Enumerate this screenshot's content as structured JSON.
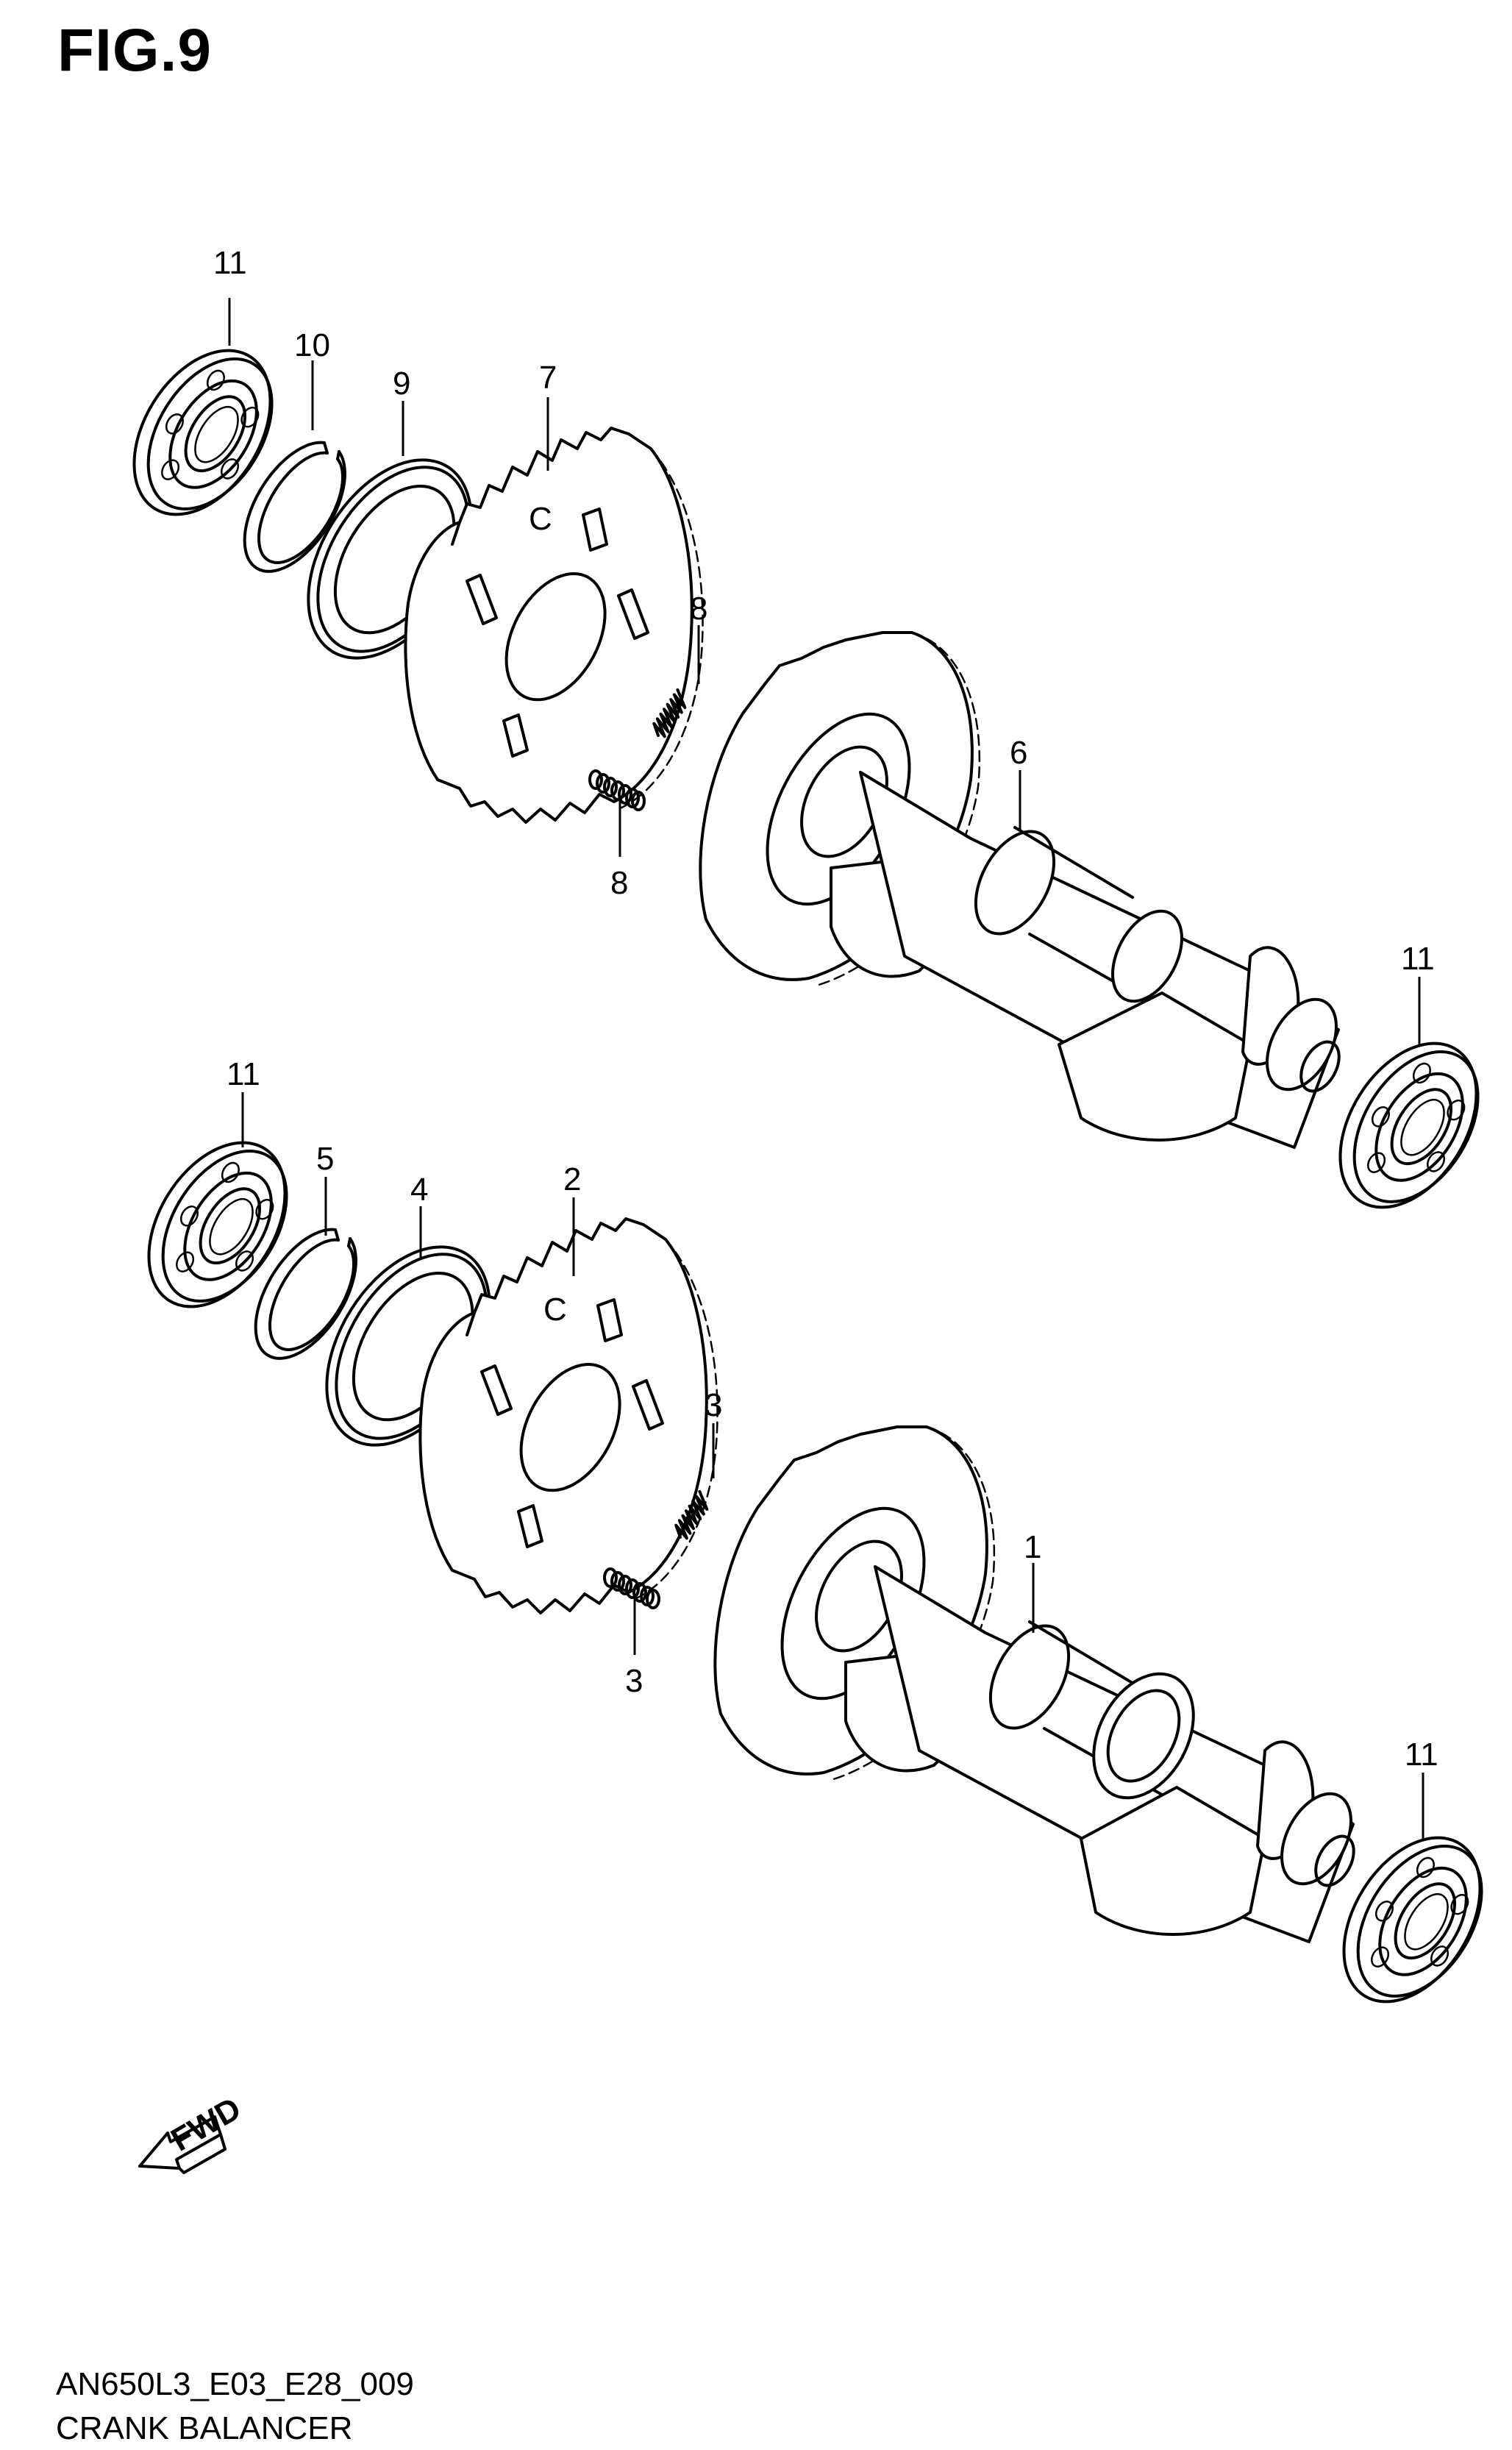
{
  "figure": {
    "title": "FIG.9"
  },
  "footer": {
    "code": "AN650L3_E03_E28_009",
    "name": "CRANK BALANCER"
  },
  "fwd_arrow": {
    "label": "FWD"
  },
  "upper_assembly": {
    "callouts": [
      "11",
      "10",
      "9",
      "7",
      "8",
      "8",
      "6",
      "11"
    ]
  },
  "lower_assembly": {
    "callouts": [
      "11",
      "5",
      "4",
      "2",
      "3",
      "3",
      "1",
      "11"
    ]
  }
}
